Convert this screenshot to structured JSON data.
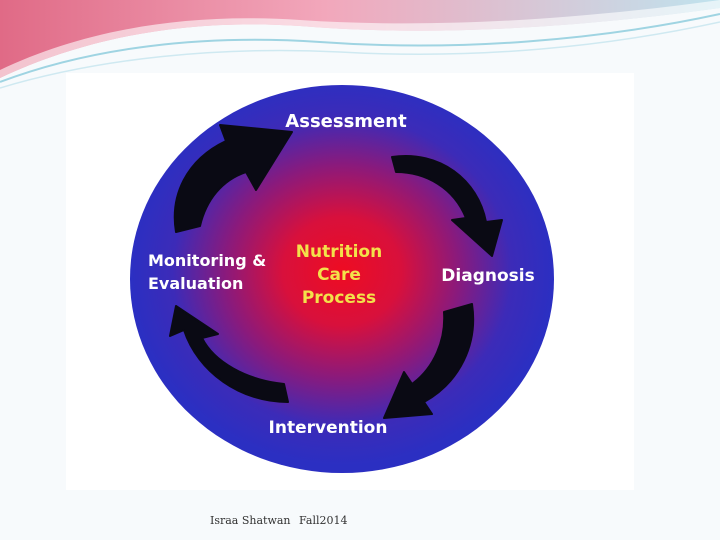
{
  "diagram": {
    "stages": {
      "top": "Assessment",
      "right": "Diagnosis",
      "bottom": "Intervention",
      "left_line1": "Monitoring &",
      "left_line2": "Evaluation"
    },
    "center": {
      "line1": "Nutrition",
      "line2": "Care",
      "line3": "Process"
    }
  },
  "footer": {
    "author": "Israa Shatwan",
    "term": "Fall2014"
  },
  "colors": {
    "circle_outer": "#2b2fc2",
    "circle_center": "#e8102a",
    "stage_text": "#ffffff",
    "center_text": "#f3e14a",
    "arrow": "#0a0a14"
  }
}
